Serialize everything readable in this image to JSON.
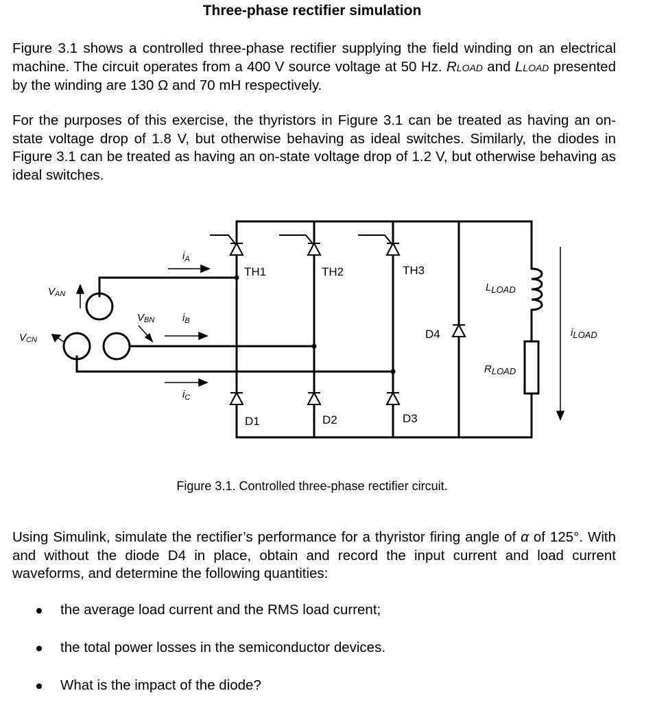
{
  "title": "Three-phase rectifier simulation",
  "para1": {
    "a": "Figure 3.1 shows a controlled three-phase rectifier supplying the field winding on an electrical machine. The circuit operates from a 400 V source voltage at 50 Hz. ",
    "r": "R",
    "r_sub": "LOAD",
    "b": " and ",
    "l": "L",
    "l_sub": "LOAD",
    "c": " presented by the winding are 130 Ω and 70 mH respectively."
  },
  "para2": "For the purposes of this exercise, the thyristors in Figure 3.1 can be treated as having an on-state voltage drop of 1.8 V, but otherwise behaving as ideal switches. Similarly, the diodes in Figure 3.1 can be treated as having an on-state voltage drop of 1.2 V, but otherwise behaving as ideal switches.",
  "circuit": {
    "th1": "TH1",
    "th2": "TH2",
    "th3": "TH3",
    "d1": "D1",
    "d2": "D2",
    "d3": "D3",
    "d4": "D4",
    "van": "V",
    "van_sub": "AN",
    "vbn": "V",
    "vbn_sub": "BN",
    "vcn": "V",
    "vcn_sub": "CN",
    "ia": "i",
    "ia_sub": "A",
    "ib": "i",
    "ib_sub": "B",
    "ic": "i",
    "ic_sub": "C",
    "lload": "L",
    "lload_sub": "LOAD",
    "rload": "R",
    "rload_sub": "LOAD",
    "iload": "i",
    "iload_sub": "LOAD"
  },
  "caption": "Figure 3.1. Controlled three-phase rectifier circuit.",
  "para3": {
    "a": "Using Simulink, simulate the rectifier’s performance for a thyristor firing angle of ",
    "alpha": "α",
    "b": " of 125°. With and without the diode D4 in place, obtain and record the input current and load current waveforms, and determine the following quantities:"
  },
  "bullets": [
    "the average load current and the RMS load current;",
    "the total power losses in the semiconductor devices.",
    "What is the impact of the diode?"
  ]
}
